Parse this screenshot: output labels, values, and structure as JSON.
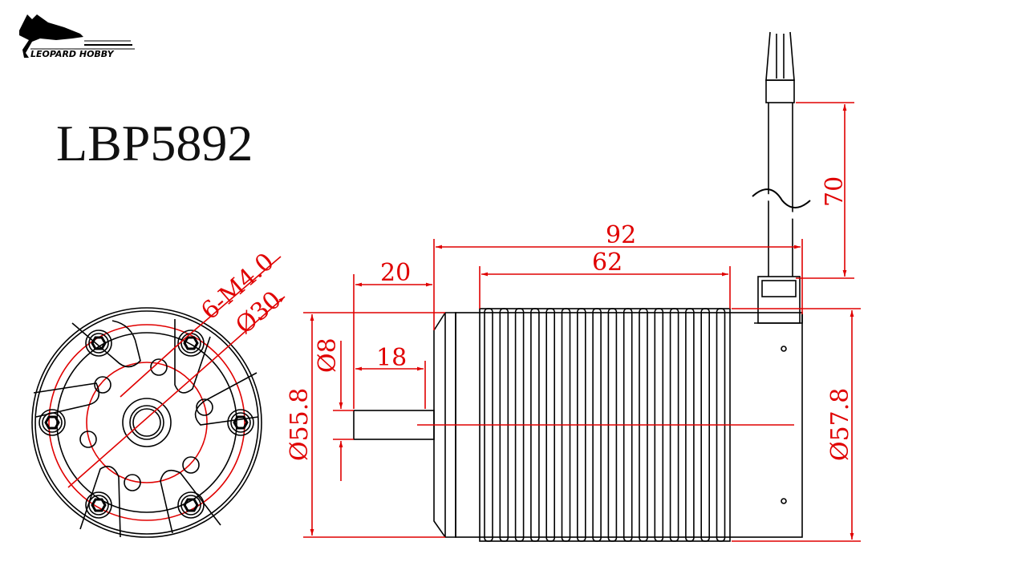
{
  "logo": {
    "text": "LEOPARD HOBBY"
  },
  "title": "LBP5892",
  "colors": {
    "dimension": "#e00000",
    "outline": "#000000"
  },
  "front_view": {
    "bolt_label": "6-M4.0",
    "bolt_circle_label": "Ø30"
  },
  "side_view": {
    "overall_length": "92",
    "can_length": "62",
    "shaft_length": "20",
    "shaft_exposed": "18",
    "shaft_diameter": "Ø8",
    "front_diameter": "Ø55.8",
    "body_diameter": "Ø57.8",
    "wire_length": "70"
  }
}
